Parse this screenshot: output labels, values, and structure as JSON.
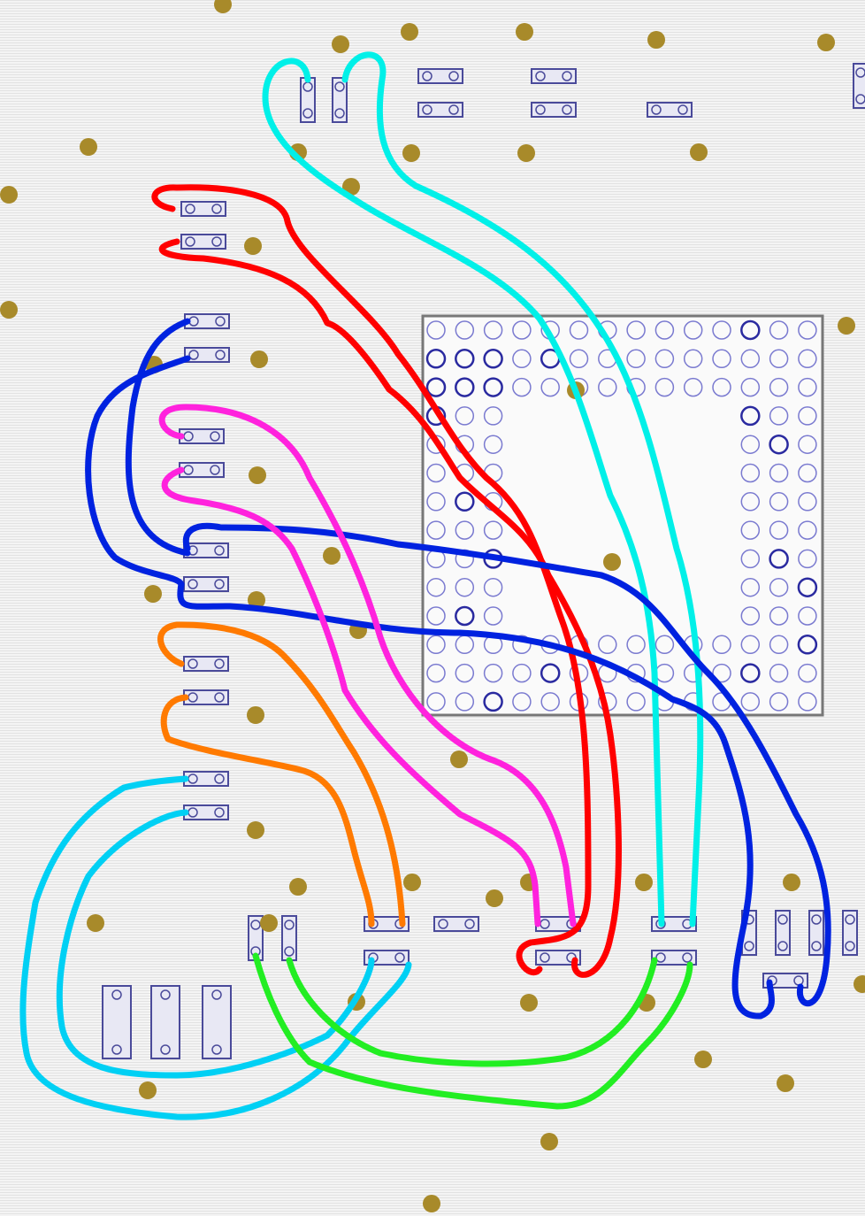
{
  "colors": {
    "via": "#a88a2a",
    "pad_fill": "#e8e8f4",
    "pad_stroke": "#4a4a9a",
    "ball": "#7a7ad0",
    "ball_dark": "#2a2aa0",
    "wires": {
      "cyan_top": "#00f0e8",
      "red": "#ff0000",
      "blue": "#0022e0",
      "magenta": "#ff22dd",
      "orange": "#ff7a00",
      "light_blue": "#00d0f4",
      "green": "#22ee22"
    }
  },
  "bga": {
    "rows": 14,
    "cols": 14,
    "perimeter_depth": 3
  }
}
